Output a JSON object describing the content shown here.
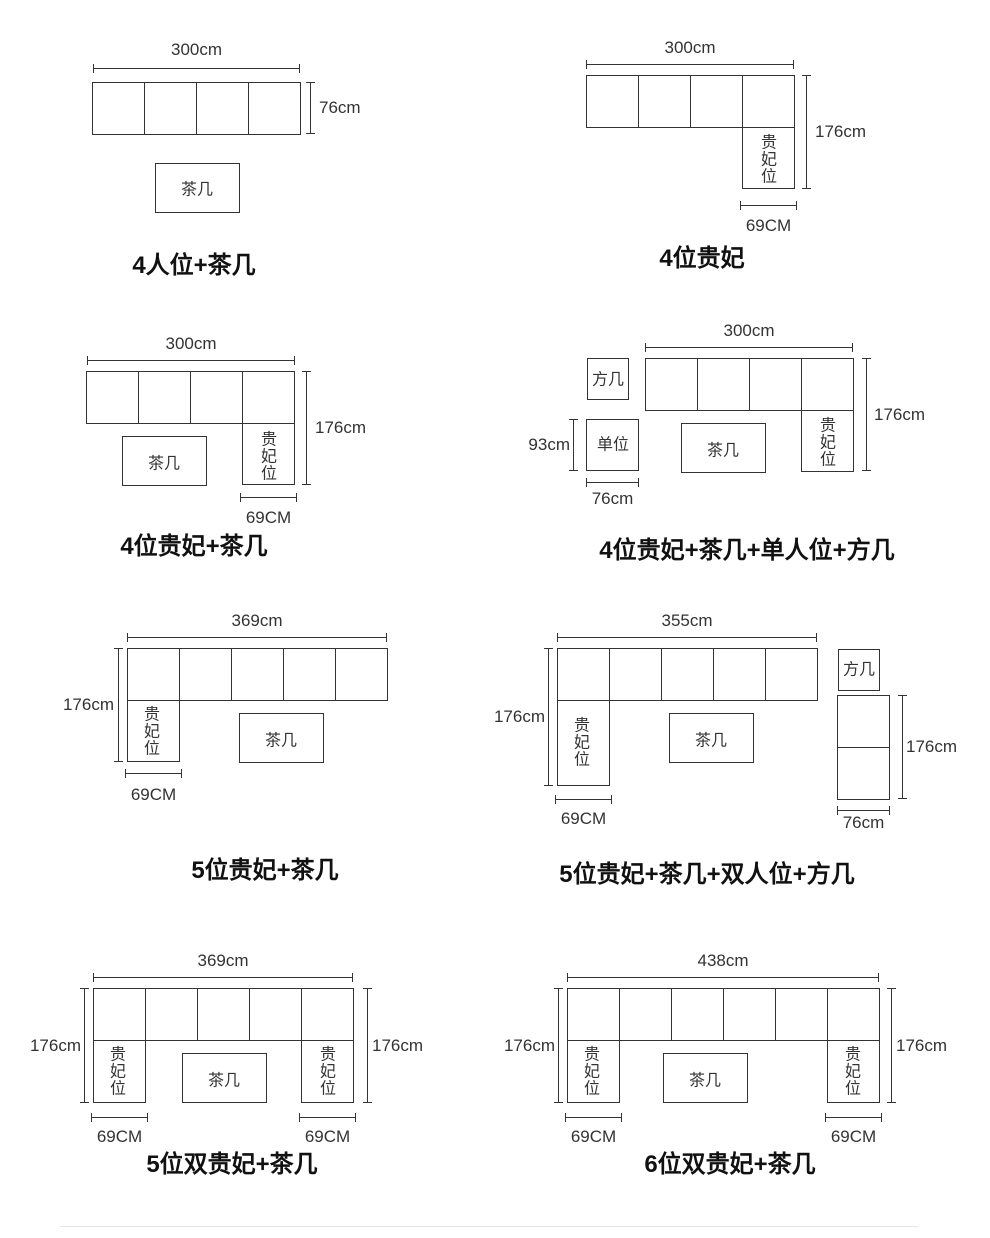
{
  "labels": {
    "seat": "贵\n妃\n位",
    "tea_table": "茶几",
    "side_table": "方几",
    "single": "单位"
  },
  "dims": {
    "w300": "300cm",
    "w369": "369cm",
    "w355": "355cm",
    "w438": "438cm",
    "h76": "76cm",
    "h176": "176cm",
    "h93": "93cm",
    "w76": "76cm",
    "w69": "69CM"
  },
  "titles": {
    "t1": "4人位+茶几",
    "t2": "4位贵妃",
    "t3": "4位贵妃+茶几",
    "t4": "4位贵妃+茶几+单人位+方几",
    "t5": "5位贵妃+茶几",
    "t6": "5位贵妃+茶几+双人位+方几",
    "t7": "5位双贵妃+茶几",
    "t8": "6位双贵妃+茶几"
  }
}
